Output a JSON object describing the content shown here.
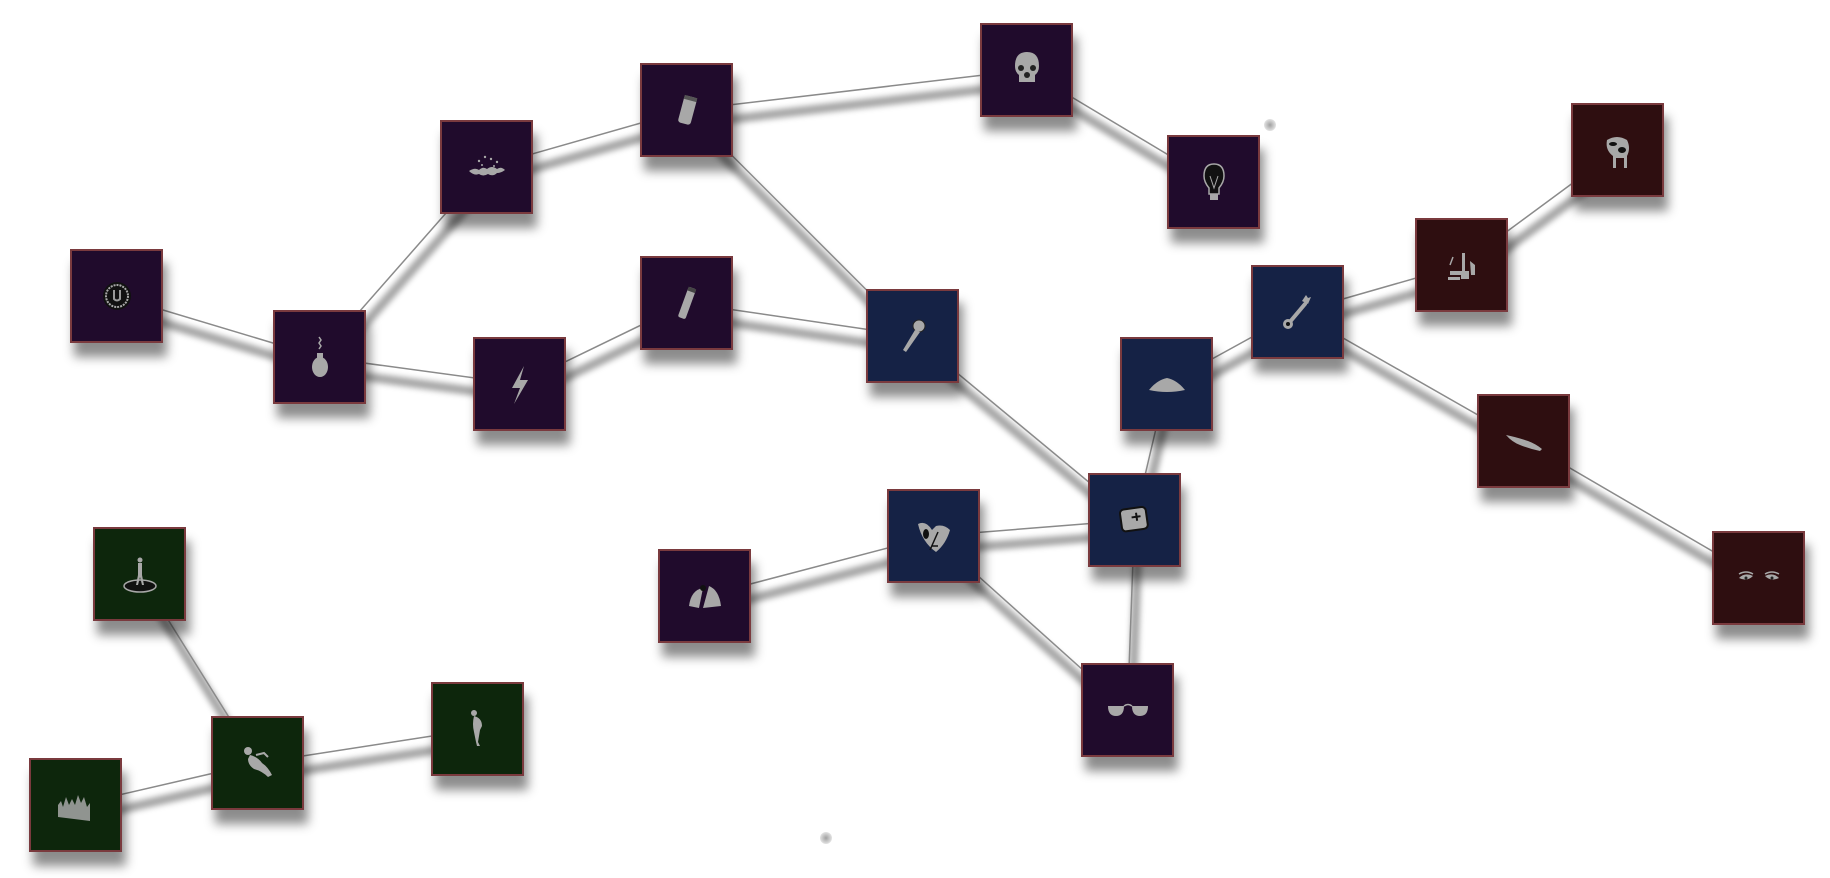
{
  "skill_tree": {
    "groups": {
      "purple": "#200b2c",
      "navy": "#152245",
      "maroon": "#2e0e10",
      "green": "#0d260c"
    },
    "border_color": "#7a3a3e",
    "icon_color": "#a8a8a8",
    "nodes": [
      {
        "id": "n1",
        "icon": "ring-eye-icon",
        "group": "purple"
      },
      {
        "id": "n2",
        "icon": "perfume-bottle-icon",
        "group": "purple"
      },
      {
        "id": "n3",
        "icon": "fire-splash-icon",
        "group": "purple"
      },
      {
        "id": "n4",
        "icon": "lightning-icon",
        "group": "purple"
      },
      {
        "id": "n5",
        "icon": "can-icon",
        "group": "purple"
      },
      {
        "id": "n6",
        "icon": "flashlight-icon",
        "group": "purple"
      },
      {
        "id": "n7",
        "icon": "skull-icon",
        "group": "purple"
      },
      {
        "id": "n8",
        "icon": "light-bulb-icon",
        "group": "purple"
      },
      {
        "id": "n9",
        "icon": "microphone-icon",
        "group": "navy"
      },
      {
        "id": "n10",
        "icon": "sand-pile-icon",
        "group": "navy"
      },
      {
        "id": "n11",
        "icon": "wrench-icon",
        "group": "navy"
      },
      {
        "id": "n12",
        "icon": "fighters-icon",
        "group": "maroon"
      },
      {
        "id": "n13",
        "icon": "fist-icon",
        "group": "maroon"
      },
      {
        "id": "n14",
        "icon": "blade-icon",
        "group": "maroon"
      },
      {
        "id": "n15",
        "icon": "eyes-icon",
        "group": "maroon"
      },
      {
        "id": "n16",
        "icon": "first-aid-kit-icon",
        "group": "navy"
      },
      {
        "id": "n17",
        "icon": "broken-heart-icon",
        "group": "navy"
      },
      {
        "id": "n18",
        "icon": "hands-icon",
        "group": "purple"
      },
      {
        "id": "n19",
        "icon": "sunglasses-icon",
        "group": "purple"
      },
      {
        "id": "n20",
        "icon": "figure-on-portal-icon",
        "group": "green"
      },
      {
        "id": "n21",
        "icon": "wrestlers-icon",
        "group": "green"
      },
      {
        "id": "n22",
        "icon": "crowd-icon",
        "group": "green"
      },
      {
        "id": "n23",
        "icon": "dancer-icon",
        "group": "green"
      }
    ],
    "edges": [
      [
        "n1",
        "n2"
      ],
      [
        "n2",
        "n3"
      ],
      [
        "n2",
        "n4"
      ],
      [
        "n3",
        "n5"
      ],
      [
        "n4",
        "n6"
      ],
      [
        "n5",
        "n7"
      ],
      [
        "n7",
        "n8"
      ],
      [
        "n5",
        "n9"
      ],
      [
        "n6",
        "n9"
      ],
      [
        "n9",
        "n16"
      ],
      [
        "n16",
        "n10"
      ],
      [
        "n10",
        "n11"
      ],
      [
        "n11",
        "n12"
      ],
      [
        "n12",
        "n13"
      ],
      [
        "n11",
        "n14"
      ],
      [
        "n14",
        "n15"
      ],
      [
        "n17",
        "n16"
      ],
      [
        "n18",
        "n17"
      ],
      [
        "n17",
        "n19"
      ],
      [
        "n16",
        "n19"
      ],
      [
        "n20",
        "n21"
      ],
      [
        "n22",
        "n21"
      ],
      [
        "n21",
        "n23"
      ]
    ]
  }
}
